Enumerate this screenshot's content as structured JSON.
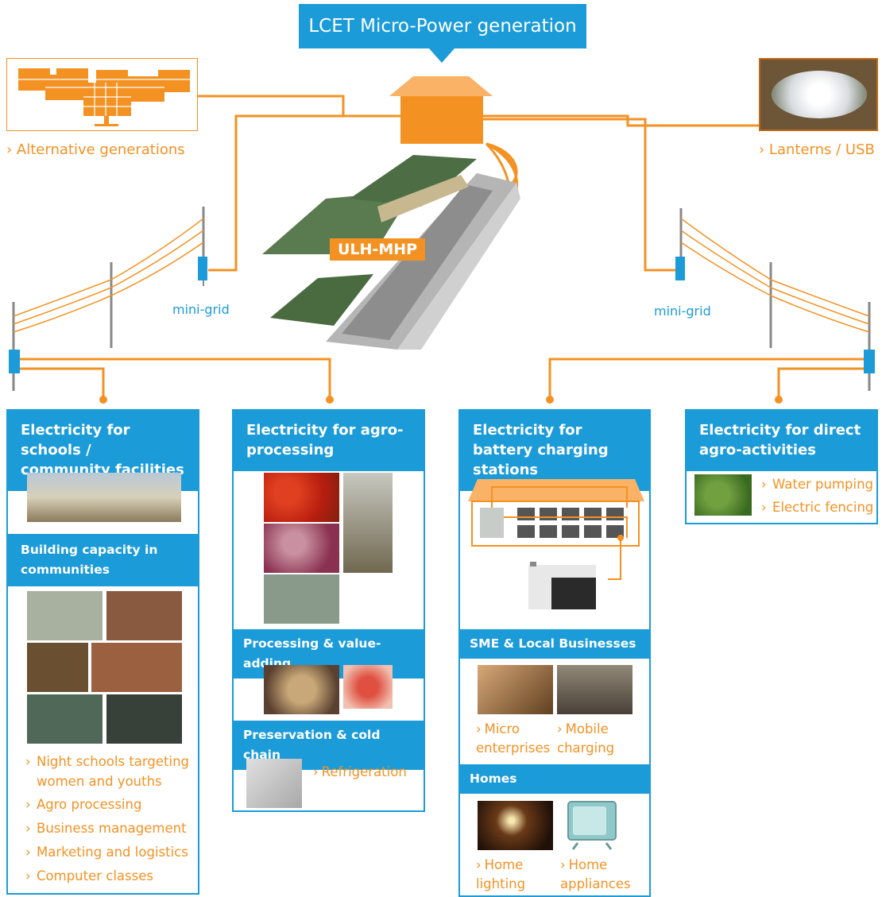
{
  "title": "LCET Micro-Power generation",
  "center_label": "ULH-MHP",
  "alt_gen_label": "› Alternative generations",
  "lanterns_label": "› Lanterns / USB",
  "minigrid_left": "mini-grid",
  "minigrid_right": "mini-grid",
  "colors": {
    "blue": "#1b9bd8",
    "orange": "#f39223"
  },
  "columns": {
    "schools": {
      "header": "Electricity for schools / community facilities",
      "subheader": "Building capacity in communities",
      "bullets": [
        "Night schools targeting women and youths",
        "Agro processing",
        "Business management",
        "Marketing and logistics",
        "Computer classes"
      ]
    },
    "agro": {
      "header": "Electricity for agro-processing",
      "sub1": "Processing & value-adding",
      "sub2": "Preservation & cold chain",
      "refrigeration": "Refrigeration"
    },
    "battery": {
      "header": "Electricity for battery charging stations",
      "sub1": "SME & Local Businesses",
      "micro": "Micro enterprises",
      "mobile": "Mobile charging",
      "sub2": "Homes",
      "home_lighting": "Home lighting",
      "home_appliances": "Home appliances"
    },
    "direct": {
      "header": "Electricity for direct agro-activities",
      "bullets": [
        "Water pumping",
        "Electric fencing"
      ]
    }
  }
}
